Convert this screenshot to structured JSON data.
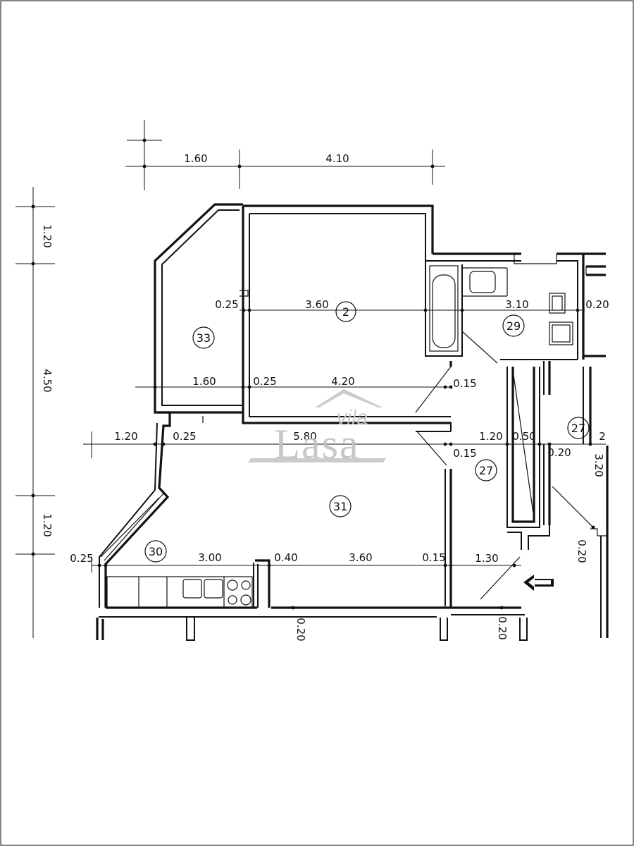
{
  "plan": {
    "top_dimensions": [
      "1.60",
      "4.10"
    ],
    "left_dimensions": [
      "1.20",
      "4.50",
      "1.20"
    ],
    "row_a": {
      "left_wall": "0.25",
      "room2_width": "3.60",
      "room29_width": "3.10",
      "right_wall": "0.20"
    },
    "row_b": {
      "room33_width": "1.60",
      "wall": "0.25",
      "room2_width": "4.20",
      "wall_right": "0.15"
    },
    "row_c": {
      "left": "1.20",
      "wall": "0.25",
      "living_width": "5.80",
      "corridor": "1.20",
      "wall_b": "0.50",
      "wall_c": "0.20",
      "edge": "2",
      "wall_under": "0.15",
      "right_vertical": "3.20"
    },
    "row_d": {
      "wall_left": "0.25",
      "room30_width": "3.00",
      "wall": "0.40",
      "room31_width": "3.60",
      "wall_right": "0.15",
      "entry_width": "1.30"
    },
    "vertical_labels": [
      "0.20",
      "0.20",
      "0.20"
    ],
    "rooms": [
      "33",
      "2",
      "29",
      "27",
      "27",
      "31",
      "30"
    ]
  },
  "watermark": {
    "line1": "vila",
    "line2": "Lasa"
  }
}
